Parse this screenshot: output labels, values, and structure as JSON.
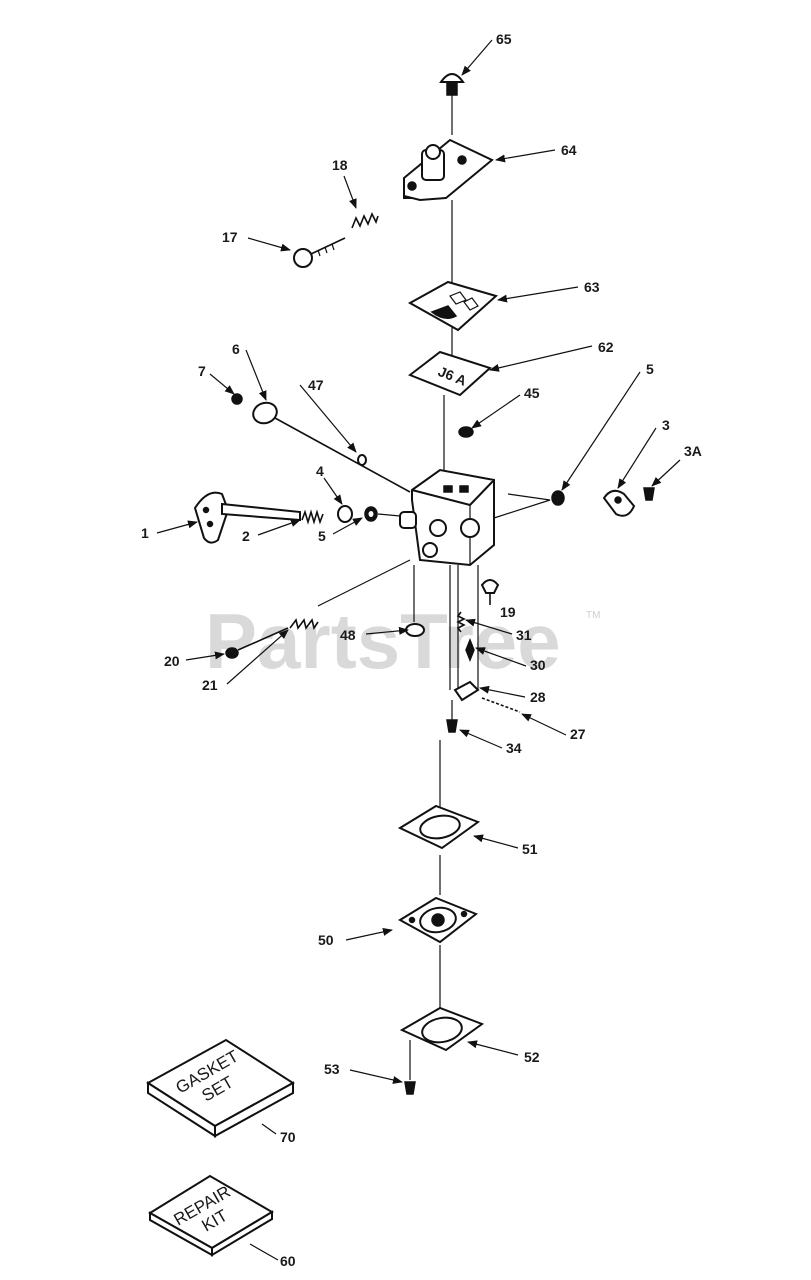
{
  "watermark": {
    "text": "PartsTree",
    "trademark": "TM"
  },
  "colors": {
    "line": "#111111",
    "watermark": "#d9d9d9",
    "background": "#ffffff"
  },
  "callouts": [
    {
      "id": "c65",
      "text": "65"
    },
    {
      "id": "c64",
      "text": "64"
    },
    {
      "id": "c18",
      "text": "18"
    },
    {
      "id": "c17",
      "text": "17"
    },
    {
      "id": "c63",
      "text": "63"
    },
    {
      "id": "c62",
      "text": "62"
    },
    {
      "id": "c6",
      "text": "6"
    },
    {
      "id": "c7",
      "text": "7"
    },
    {
      "id": "c47",
      "text": "47"
    },
    {
      "id": "c45",
      "text": "45"
    },
    {
      "id": "c5r",
      "text": "5"
    },
    {
      "id": "c3",
      "text": "3"
    },
    {
      "id": "c3a",
      "text": "3A"
    },
    {
      "id": "c4",
      "text": "4"
    },
    {
      "id": "c1",
      "text": "1"
    },
    {
      "id": "c2",
      "text": "2"
    },
    {
      "id": "c5l",
      "text": "5"
    },
    {
      "id": "c19",
      "text": "19"
    },
    {
      "id": "c48",
      "text": "48"
    },
    {
      "id": "c31",
      "text": "31"
    },
    {
      "id": "c30",
      "text": "30"
    },
    {
      "id": "c20",
      "text": "20"
    },
    {
      "id": "c21",
      "text": "21"
    },
    {
      "id": "c28",
      "text": "28"
    },
    {
      "id": "c27",
      "text": "27"
    },
    {
      "id": "c34",
      "text": "34"
    },
    {
      "id": "c51",
      "text": "51"
    },
    {
      "id": "c50",
      "text": "50"
    },
    {
      "id": "c52",
      "text": "52"
    },
    {
      "id": "c53",
      "text": "53"
    },
    {
      "id": "c70",
      "text": "70"
    },
    {
      "id": "c60",
      "text": "60"
    }
  ],
  "kits": {
    "gasket": {
      "line1": "GASKET",
      "line2": "SET"
    },
    "repair": {
      "line1": "REPAIR",
      "line2": "KIT"
    }
  },
  "plate_marking": "J6 A"
}
